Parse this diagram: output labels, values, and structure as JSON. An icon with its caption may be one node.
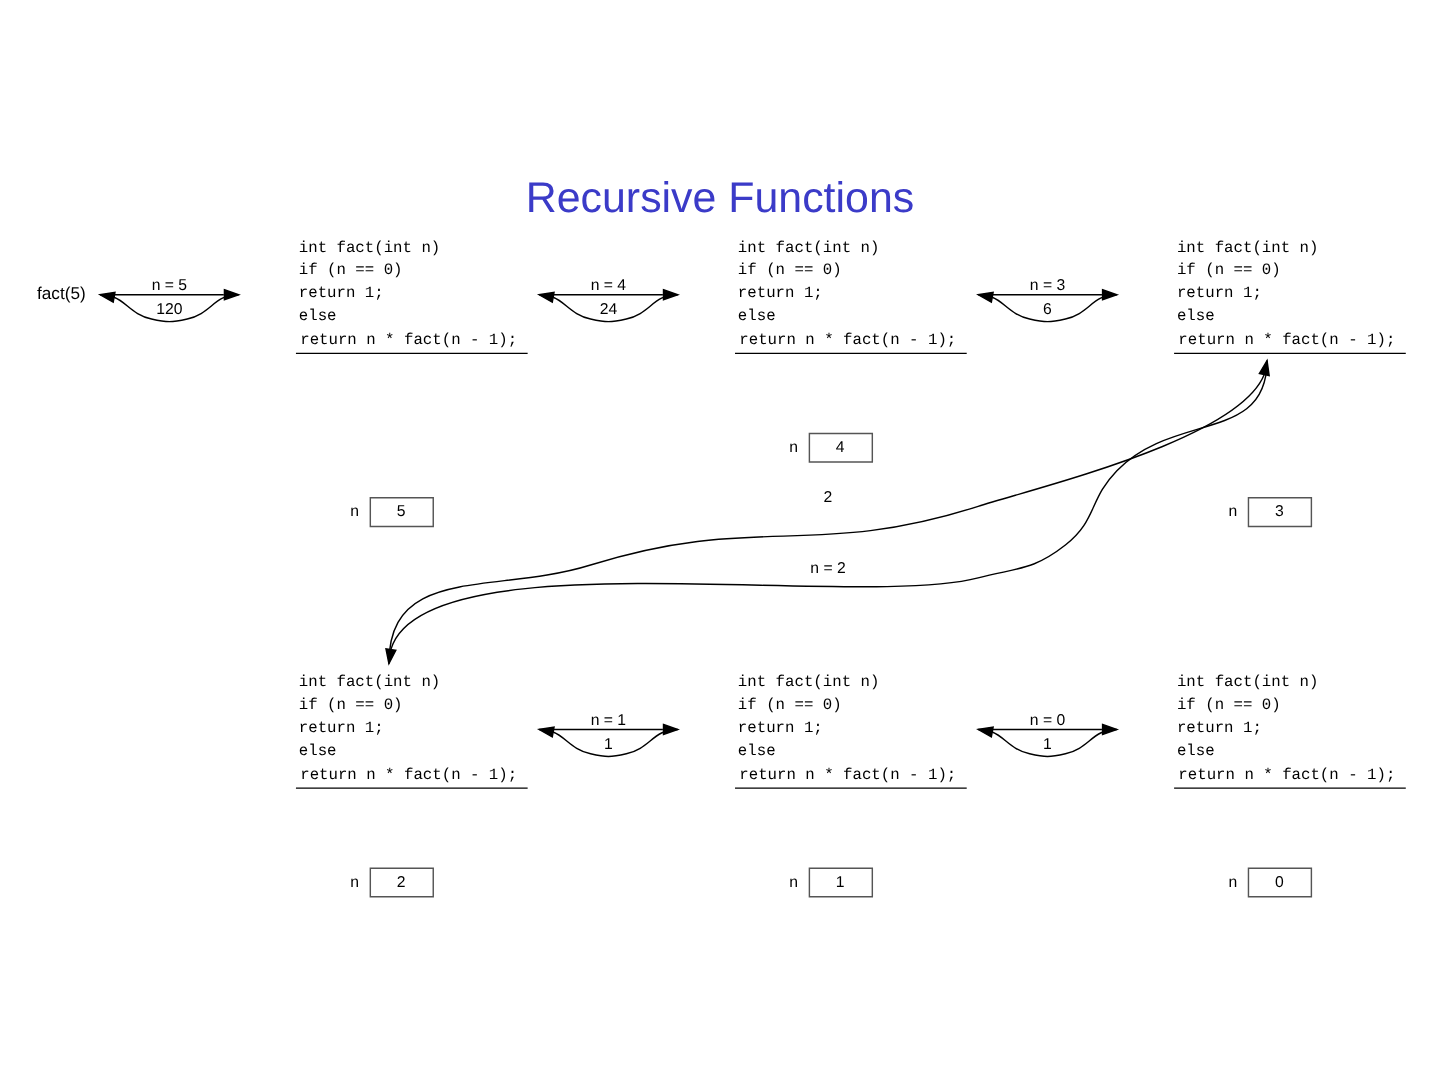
{
  "diagram": {
    "title": "Recursive Functions",
    "nodes": [
      {
        "text": [
          "fact(5)"
        ]
      },
      {
        "text": [
          "int fact(int n)",
          "if (n == 0)",
          "return 1;",
          "else",
          "return n * fact(n - 1);"
        ]
      },
      {
        "text": [
          "5"
        ],
        "beside": [
          "n"
        ]
      },
      {
        "text": [
          "int fact(int n)",
          "if (n == 0)",
          "return 1;",
          "else",
          "return n * fact(n - 1);"
        ]
      },
      {
        "text": [
          "4"
        ],
        "beside": [
          "n"
        ]
      },
      {
        "text": [
          "int fact(int n)",
          "if (n == 0)",
          "return 1;",
          "else",
          "return n * fact(n - 1);"
        ]
      },
      {
        "text": [
          "3"
        ],
        "beside": [
          "n"
        ]
      },
      {
        "text": [
          "int fact(int n)",
          "if (n == 0)",
          "return 1;",
          "else",
          "return n * fact(n - 1);"
        ]
      },
      {
        "text": [
          "2"
        ],
        "beside": [
          "n"
        ]
      },
      {
        "text": [
          "int fact(int n)",
          "if (n == 0)",
          "return 1;",
          "else",
          "return n * fact(n - 1);"
        ]
      },
      {
        "text": [
          "1"
        ],
        "beside": [
          "n"
        ]
      },
      {
        "text": [
          "int fact(int n)",
          "if (n == 0)",
          "return 1;",
          "else",
          "return n * fact(n - 1);"
        ]
      },
      {
        "text": [
          "0"
        ],
        "beside": [
          "n"
        ]
      }
    ],
    "edges": [
      {
        "from": 0,
        "to": 1,
        "arrow": "to",
        "label": "n = 5"
      },
      {
        "from": 1,
        "to": 0,
        "arrow": "to",
        "label": "120"
      },
      {
        "from": 1,
        "to": 3,
        "arrow": "to",
        "label": "n = 4"
      },
      {
        "from": 3,
        "to": 1,
        "arrow": "to",
        "label": "24"
      },
      {
        "from": 3,
        "to": 5,
        "arrow": "to",
        "label": "n = 3"
      },
      {
        "from": 5,
        "to": 3,
        "arrow": "to",
        "label": "6"
      },
      {
        "from": 5,
        "to": 7,
        "arrow": "to",
        "label": "n = 2"
      },
      {
        "from": 7,
        "to": 5,
        "arrow": "to",
        "label": "2"
      },
      {
        "from": 7,
        "to": 9,
        "arrow": "to",
        "label": "n = 1"
      },
      {
        "from": 9,
        "to": 7,
        "arrow": "to",
        "label": "1"
      },
      {
        "from": 9,
        "to": 11,
        "arrow": "to",
        "label": "n = 0"
      },
      {
        "from": 11,
        "to": 9,
        "arrow": "to",
        "label": "1"
      }
    ]
  }
}
